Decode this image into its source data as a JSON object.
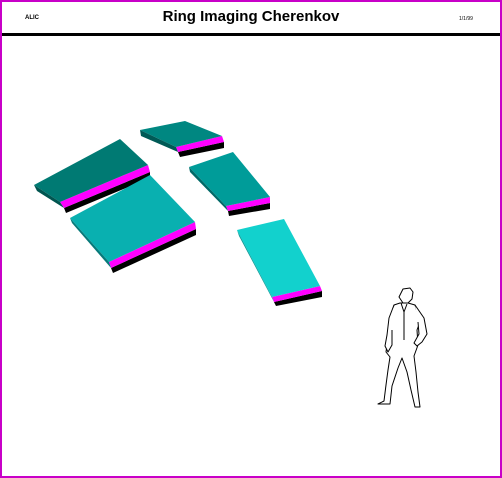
{
  "header": {
    "logo_text": "ALIC",
    "title": "Ring Imaging Cherenkov",
    "code": "1/1/99"
  },
  "colors": {
    "frame": "#c800c8",
    "module_side": "#ff00ff",
    "module_tops": [
      "#007a73",
      "#008781",
      "#009c99",
      "#09b0b0",
      "#12d1cd"
    ],
    "figure_line": "#000000"
  },
  "scene": {
    "modules": [
      "rich-module-1",
      "rich-module-2",
      "rich-module-3",
      "rich-module-4",
      "rich-module-5"
    ],
    "figure": "human-figure-scale"
  }
}
